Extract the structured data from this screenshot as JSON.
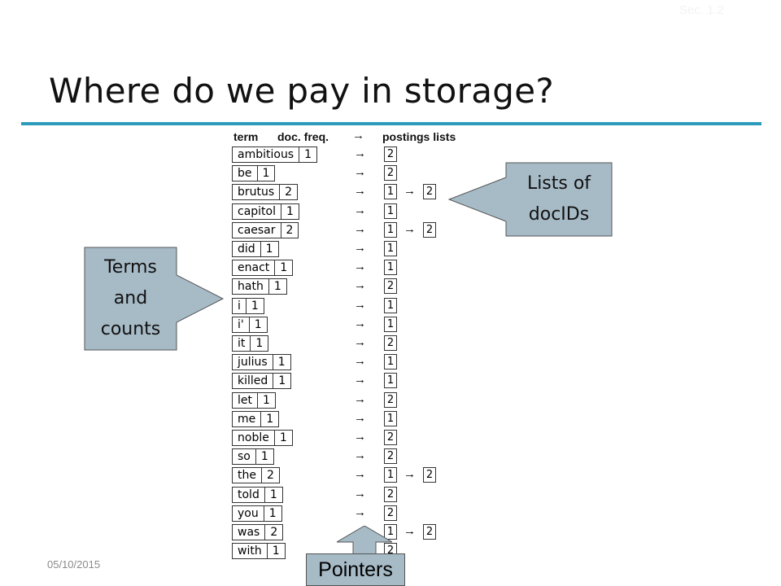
{
  "header": {
    "section_label": "Sec. 1.2",
    "title": "Where do we pay in storage?"
  },
  "table": {
    "headers": {
      "term": "term",
      "freq": "doc. freq.",
      "arrow": "→",
      "postings": "postings lists"
    },
    "rows": [
      {
        "term": "ambitious",
        "freq": "1",
        "postings": [
          "2"
        ]
      },
      {
        "term": "be",
        "freq": "1",
        "postings": [
          "2"
        ]
      },
      {
        "term": "brutus",
        "freq": "2",
        "postings": [
          "1",
          "2"
        ]
      },
      {
        "term": "capitol",
        "freq": "1",
        "postings": [
          "1"
        ]
      },
      {
        "term": "caesar",
        "freq": "2",
        "postings": [
          "1",
          "2"
        ]
      },
      {
        "term": "did",
        "freq": "1",
        "postings": [
          "1"
        ]
      },
      {
        "term": "enact",
        "freq": "1",
        "postings": [
          "1"
        ]
      },
      {
        "term": "hath",
        "freq": "1",
        "postings": [
          "2"
        ]
      },
      {
        "term": "i",
        "freq": "1",
        "postings": [
          "1"
        ]
      },
      {
        "term": "i'",
        "freq": "1",
        "postings": [
          "1"
        ]
      },
      {
        "term": "it",
        "freq": "1",
        "postings": [
          "2"
        ]
      },
      {
        "term": "julius",
        "freq": "1",
        "postings": [
          "1"
        ]
      },
      {
        "term": "killed",
        "freq": "1",
        "postings": [
          "1"
        ]
      },
      {
        "term": "let",
        "freq": "1",
        "postings": [
          "2"
        ]
      },
      {
        "term": "me",
        "freq": "1",
        "postings": [
          "1"
        ]
      },
      {
        "term": "noble",
        "freq": "1",
        "postings": [
          "2"
        ]
      },
      {
        "term": "so",
        "freq": "1",
        "postings": [
          "2"
        ]
      },
      {
        "term": "the",
        "freq": "2",
        "postings": [
          "1",
          "2"
        ]
      },
      {
        "term": "told",
        "freq": "1",
        "postings": [
          "2"
        ]
      },
      {
        "term": "you",
        "freq": "1",
        "postings": [
          "2"
        ]
      },
      {
        "term": "was",
        "freq": "2",
        "postings": [
          "1",
          "2"
        ]
      },
      {
        "term": "with",
        "freq": "1",
        "postings": [
          "2"
        ]
      }
    ]
  },
  "callouts": {
    "lists_line1": "Lists of",
    "lists_line2": "docIDs",
    "terms_line1": "Terms",
    "terms_line2": "and",
    "terms_line3": "counts",
    "pointers": "Pointers"
  },
  "footer": {
    "date": "05/10/2015"
  },
  "colors": {
    "accent_rule": "#2e9bbd",
    "callout_fill": "#a7bbc7"
  }
}
